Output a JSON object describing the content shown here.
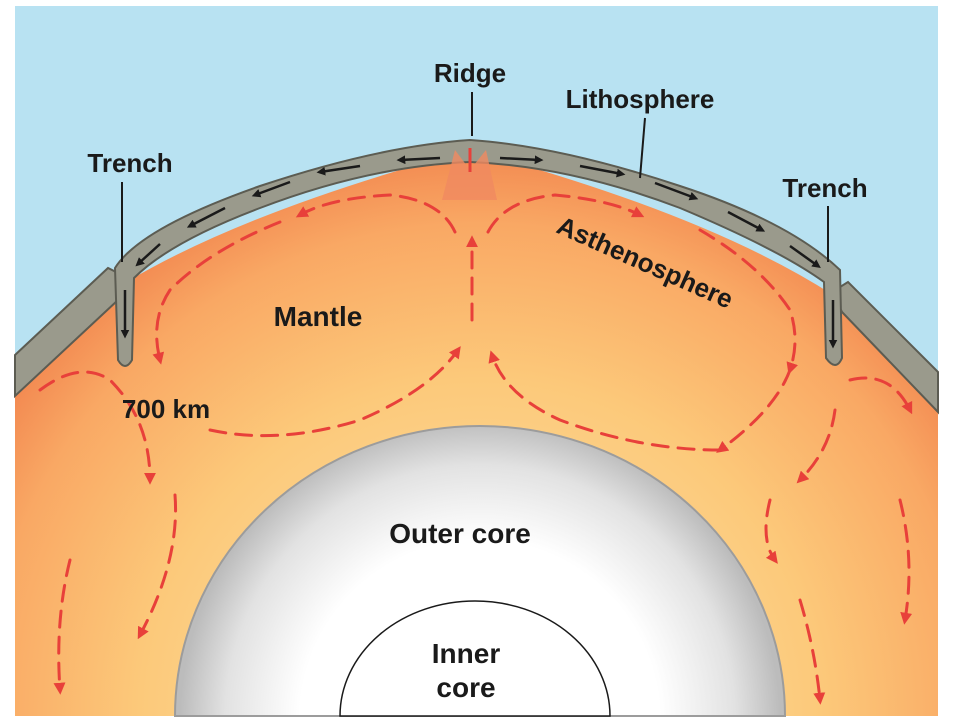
{
  "labels": {
    "ridge": "Ridge",
    "lithosphere": "Lithosphere",
    "trench_left": "Trench",
    "trench_right": "Trench",
    "asthenosphere": "Asthenosphere",
    "mantle": "Mantle",
    "depth_700": "700 km",
    "outer_core": "Outer core",
    "inner_core_line1": "Inner",
    "inner_core_line2": "core"
  },
  "colors": {
    "sky": "#b8e2f2",
    "crust": "#9a9a8c",
    "mantle_inner": "#fcc97a",
    "mantle_outer": "#f0804a",
    "outer_core": "#c8c8c8",
    "inner_core": "#ffffff",
    "convection_arrows": "#e8403a"
  }
}
